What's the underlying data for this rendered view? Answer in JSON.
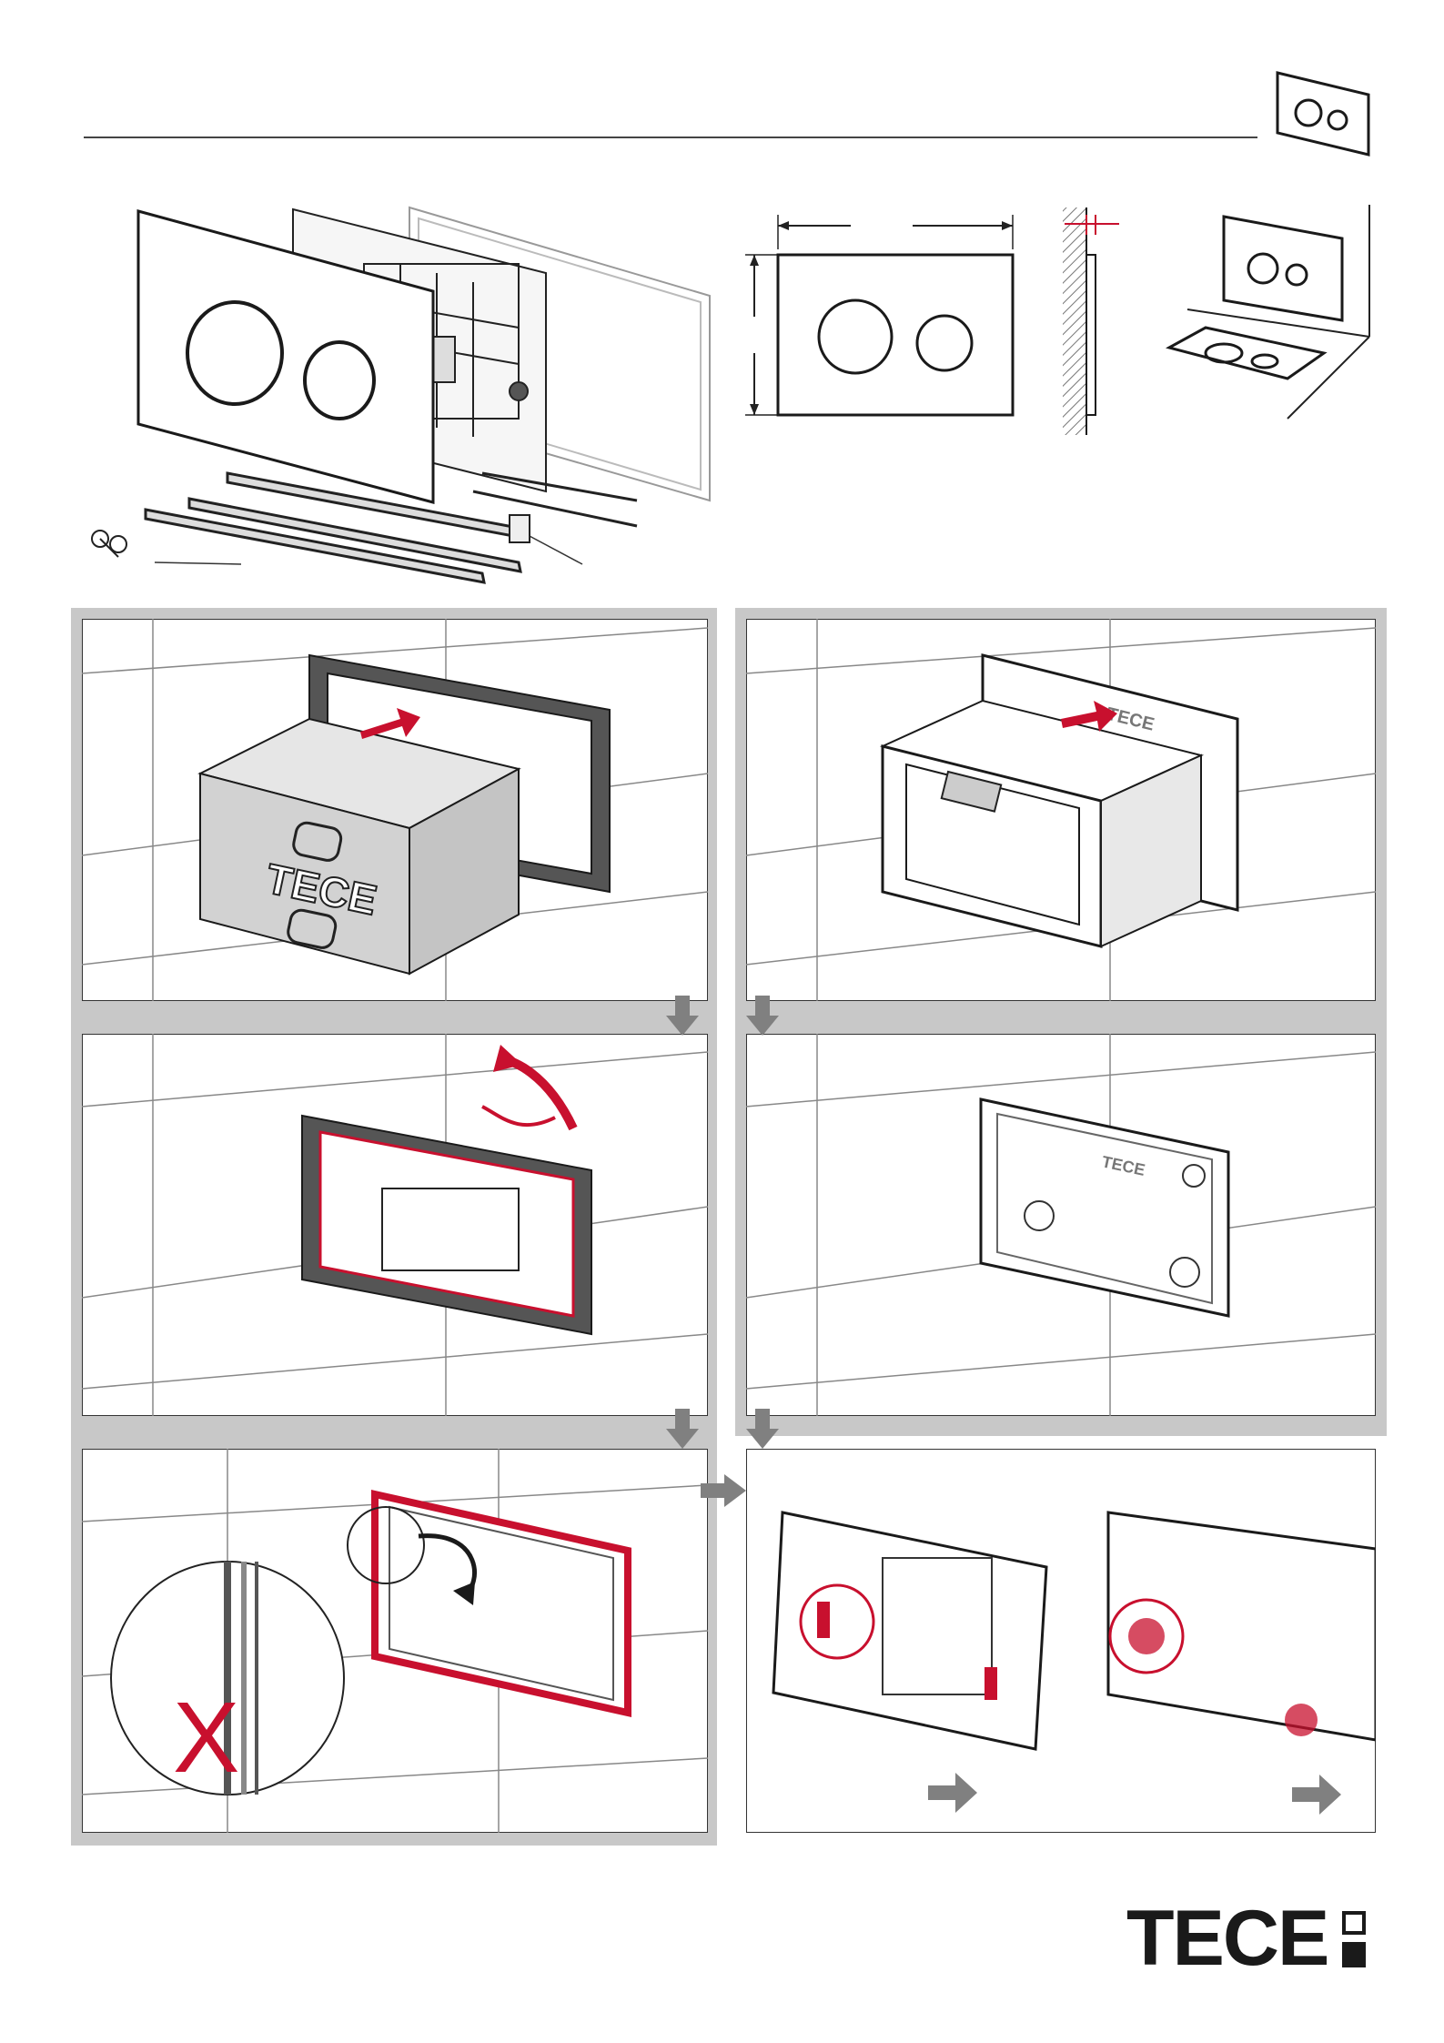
{
  "brand": {
    "logo_text": "TECE",
    "box_label": "TECE",
    "plate_label": "TECE",
    "small_plate_label": "TECE",
    "cross_mark": "X"
  },
  "colors": {
    "accent_red": "#c8102e",
    "frame_gray": "#c8c8c8",
    "arrow_gray": "#808080",
    "line_dark": "#1a1a1a"
  },
  "steps": [
    {
      "id": "1",
      "icon": "remove-protection-box-icon"
    },
    {
      "id": "2",
      "icon": "remove-inner-frame-icon"
    },
    {
      "id": "3",
      "icon": "peel-seal-tape-icon"
    },
    {
      "id": "4",
      "icon": "clean-opening-icon"
    },
    {
      "id": "5",
      "icon": "apply-seal-frame-icon"
    },
    {
      "id": "6",
      "icon": "adjust-mounting-plate-icon"
    }
  ],
  "flow_icons": [
    "arrow-down-icon",
    "arrow-right-icon"
  ]
}
